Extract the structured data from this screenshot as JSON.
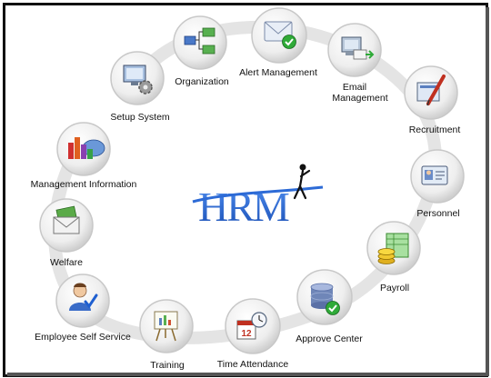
{
  "logo": {
    "text": "HRM"
  },
  "modules": [
    {
      "label": "Organization",
      "icon": "organization-chart-icon"
    },
    {
      "label": "Alert Management",
      "icon": "envelope-check-icon"
    },
    {
      "label_lines": [
        "Email",
        "Management"
      ],
      "icon": "email-send-icon"
    },
    {
      "label": "Recruitment",
      "icon": "pen-document-icon"
    },
    {
      "label": "Personnel",
      "icon": "id-card-icon"
    },
    {
      "label": "Payroll",
      "icon": "coins-ledger-icon"
    },
    {
      "label": "Approve Center",
      "icon": "database-check-icon"
    },
    {
      "label": "Time Attendance",
      "icon": "calendar-clock-icon"
    },
    {
      "label": "Training",
      "icon": "presentation-board-icon"
    },
    {
      "label": "Employee Self Service",
      "icon": "user-check-icon"
    },
    {
      "label": "Welfare",
      "icon": "envelope-money-icon"
    },
    {
      "label": "Management Information",
      "icon": "bar-chart-icon"
    },
    {
      "label": "Setup System",
      "icon": "monitor-gear-icon"
    }
  ],
  "colors": {
    "logo_blue": "#2d6bd6",
    "ring": "#e4e4e4",
    "circle_edge": "#c8c8c8"
  }
}
